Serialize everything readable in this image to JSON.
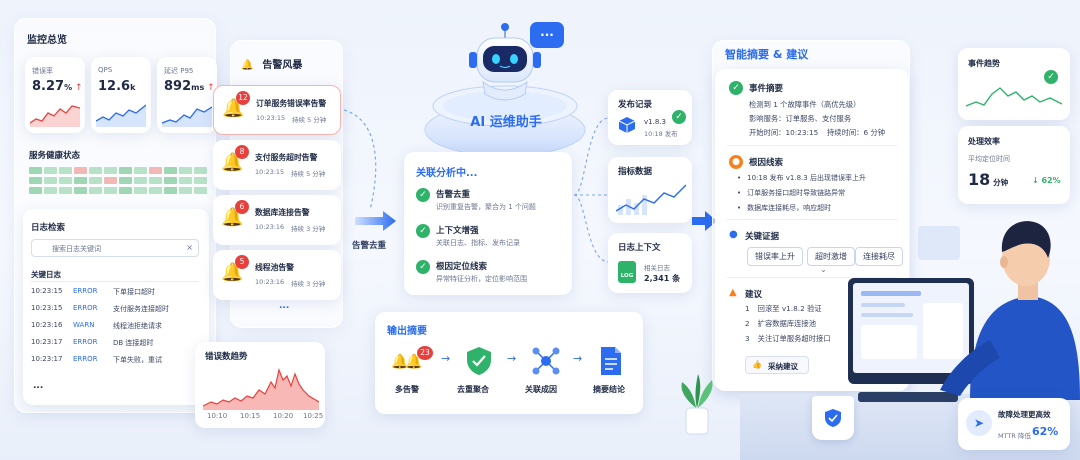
{
  "monitor": {
    "title": "监控总览",
    "metrics": [
      {
        "label": "错误率",
        "value": "8.27",
        "unit": "%",
        "trend": "↑"
      },
      {
        "label": "QPS",
        "value": "12.6",
        "unit": "k",
        "trend": ""
      },
      {
        "label": "延迟 P95",
        "value": "892",
        "unit": "ms",
        "trend": "↑"
      }
    ],
    "health_title": "服务健康状态",
    "log_title": "日志检索",
    "log_placeholder": "搜索日志关键词",
    "log_subtitle": "关键日志",
    "logs": [
      {
        "time": "10:23:15",
        "level": "ERROR",
        "msg": "下单接口超时"
      },
      {
        "time": "10:23:15",
        "level": "ERROR",
        "msg": "支付服务连接超时"
      },
      {
        "time": "10:23:16",
        "level": "WARN",
        "msg": "线程池拒绝请求"
      },
      {
        "time": "10:23:17",
        "level": "ERROR",
        "msg": "DB 连接超时"
      },
      {
        "time": "10:23:17",
        "level": "ERROR",
        "msg": "下单失败，重试"
      }
    ],
    "more": "..."
  },
  "storm": {
    "title": "告警风暴",
    "alerts": [
      {
        "count": "12",
        "title": "订单服务错误率告警",
        "time": "10:23:15",
        "duration": "持续 5 分钟"
      },
      {
        "count": "8",
        "title": "支付服务超时告警",
        "time": "10:23:15",
        "duration": "持续 5 分钟"
      },
      {
        "count": "6",
        "title": "数据库连接告警",
        "time": "10:23:16",
        "duration": "持续 3 分钟"
      },
      {
        "count": "5",
        "title": "线程池告警",
        "time": "10:23:16",
        "duration": "持续 3 分钟"
      }
    ],
    "more": "..."
  },
  "error_trend": {
    "title": "错误数趋势",
    "ticks": [
      "10:10",
      "10:15",
      "10:20",
      "10:25"
    ]
  },
  "dedup_label": "告警去重",
  "assistant": {
    "name": "AI 运维助手",
    "bubble": "..."
  },
  "correlation": {
    "title": "关联分析中...",
    "steps": [
      {
        "title": "告警去重",
        "desc": "识别重复告警，聚合为 1 个问题"
      },
      {
        "title": "上下文增强",
        "desc": "关联日志、指标、发布记录"
      },
      {
        "title": "根因定位线索",
        "desc": "异常特征分析，定位影响范围"
      }
    ]
  },
  "sources": {
    "release": {
      "title": "发布记录",
      "version": "v1.8.3",
      "time": "10:18 发布"
    },
    "metrics": {
      "title": "指标数据"
    },
    "logs": {
      "title": "日志上下文",
      "desc": "相关日志",
      "count": "2,341 条",
      "icon_text": "LOG"
    }
  },
  "output": {
    "title": "输出摘要",
    "badge": "23",
    "steps": [
      "多告警",
      "去重聚合",
      "关联成因",
      "摘要结论"
    ]
  },
  "summary": {
    "title": "智能摘要 & 建议",
    "event": {
      "title": "事件摘要",
      "lines": [
        "检测到 1 个故障事件（高优先级）",
        "影响服务：订单服务、支付服务"
      ],
      "start_label": "开始时间：10:23:15",
      "duration_label": "持续时间：6 分钟"
    },
    "root": {
      "title": "根因线索",
      "items": [
        "10:18 发布 v1.8.3 后出现错误率上升",
        "订单服务接口超时导致链路异常",
        "数据库连接耗尽，响应超时"
      ]
    },
    "evidence": {
      "title": "关键证据",
      "chips": [
        "错误率上升",
        "超时激增",
        "连接耗尽"
      ]
    },
    "advice": {
      "title": "建议",
      "items": [
        "回滚至 v1.8.2 验证",
        "扩容数据库连接池",
        "关注订单服务超时接口"
      ],
      "button": "采纳建议"
    }
  },
  "right": {
    "trend_title": "事件趋势",
    "efficiency_title": "处理效率",
    "avg_label": "平均定位时间",
    "avg_value": "18",
    "avg_unit": "分钟",
    "avg_delta": "↓ 62%"
  },
  "footer_badge": {
    "title": "故障处理更高效",
    "label": "MTTR 降低",
    "value": "62%"
  },
  "colors": {
    "accent": "#2b6cf0",
    "ok": "#2fb36b",
    "alert": "#f5821f",
    "danger": "#e8413d"
  }
}
